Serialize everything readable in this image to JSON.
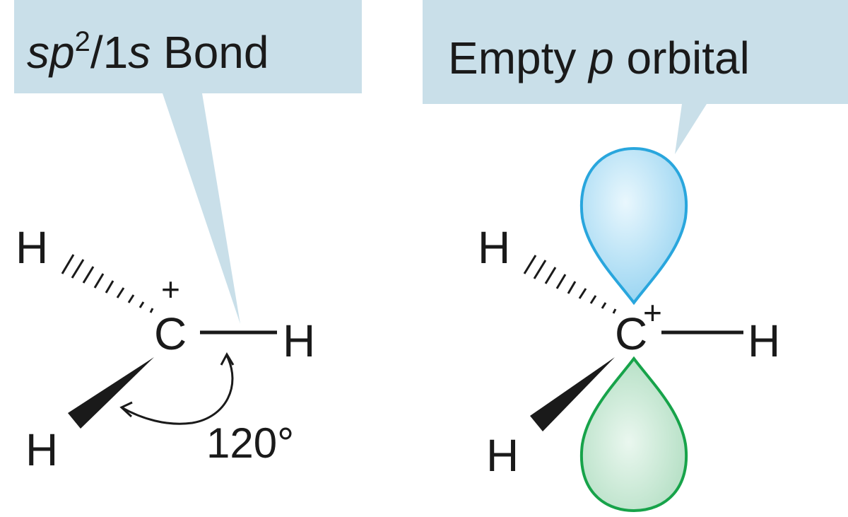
{
  "callouts": {
    "left": {
      "pre": "sp",
      "sup": "2",
      "mid": "/1",
      "ital": "s",
      "post": " Bond"
    },
    "right": {
      "pre": "Empty ",
      "ital": "p",
      "post": " orbital"
    }
  },
  "left_molecule": {
    "carbon": "C",
    "charge": "+",
    "h_top": "H",
    "h_right": "H",
    "h_bottom": "H",
    "angle": "120°"
  },
  "right_molecule": {
    "carbon": "C",
    "charge": "+",
    "h_top": "H",
    "h_right": "H",
    "h_bottom": "H"
  },
  "colors": {
    "callout_fill": "#c9dfe9",
    "lobe_top_fill": "#a9dcf5",
    "lobe_top_stroke": "#29a6dd",
    "lobe_bottom_fill": "#bfe6cf",
    "lobe_bottom_stroke": "#17a34a",
    "ink": "#1a1a1a"
  }
}
